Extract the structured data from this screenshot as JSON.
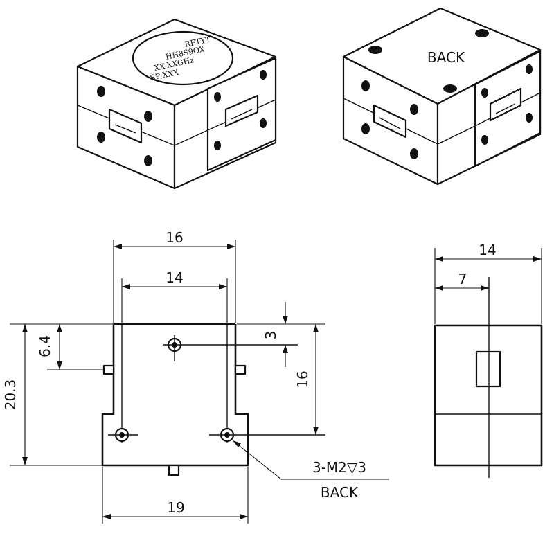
{
  "iso_front": {
    "logo_lines": [
      "RFTYT",
      "HH8S9OX",
      "XX-XXGHz",
      "SP:XXX"
    ]
  },
  "iso_back": {
    "label": "BACK"
  },
  "front_view": {
    "dim_outer_width": "16",
    "dim_inner_width": "14",
    "dim_height": "20.3",
    "dim_flange_offset": "6.4",
    "dim_hole_offset": "3",
    "dim_hole_spacing": "16",
    "dim_base_width": "19",
    "callout_spec": "3-M2▽3",
    "callout_side": "BACK"
  },
  "side_view": {
    "dim_width": "14",
    "dim_half_width": "7"
  }
}
